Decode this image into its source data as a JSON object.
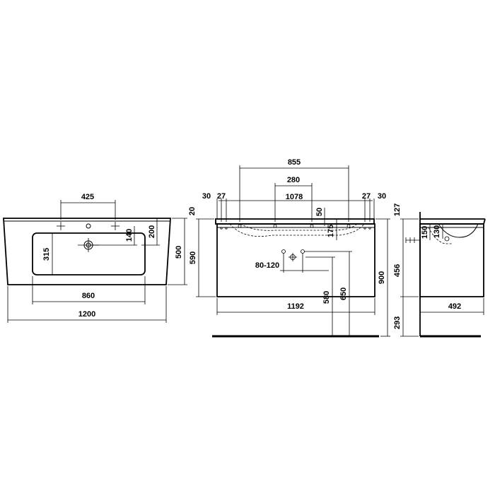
{
  "dimensions": {
    "top_view": {
      "tap_spacing": "425",
      "bowl_length": "860",
      "overall_width": "1200",
      "bowl_depth": "315",
      "depth": "500",
      "drain_offset_a": "140",
      "drain_offset_b": "200"
    },
    "front_view": {
      "top_span": "855",
      "mid_span": "280",
      "inner_span": "1078",
      "edge_left_30": "30",
      "edge_left_27": "27",
      "edge_right_27": "27",
      "edge_right_30": "30",
      "top_20": "20",
      "drop_50": "50",
      "drop_175": "175",
      "cabinet_height": "590",
      "cabinet_width": "1192",
      "connection_range": "80-120",
      "height_580": "580",
      "height_650": "650",
      "height_900": "900"
    },
    "side_view": {
      "top_127": "127",
      "h_150": "150",
      "h_130": "130",
      "cabinet_456": "456",
      "floor_293": "293",
      "depth_492": "492"
    }
  }
}
